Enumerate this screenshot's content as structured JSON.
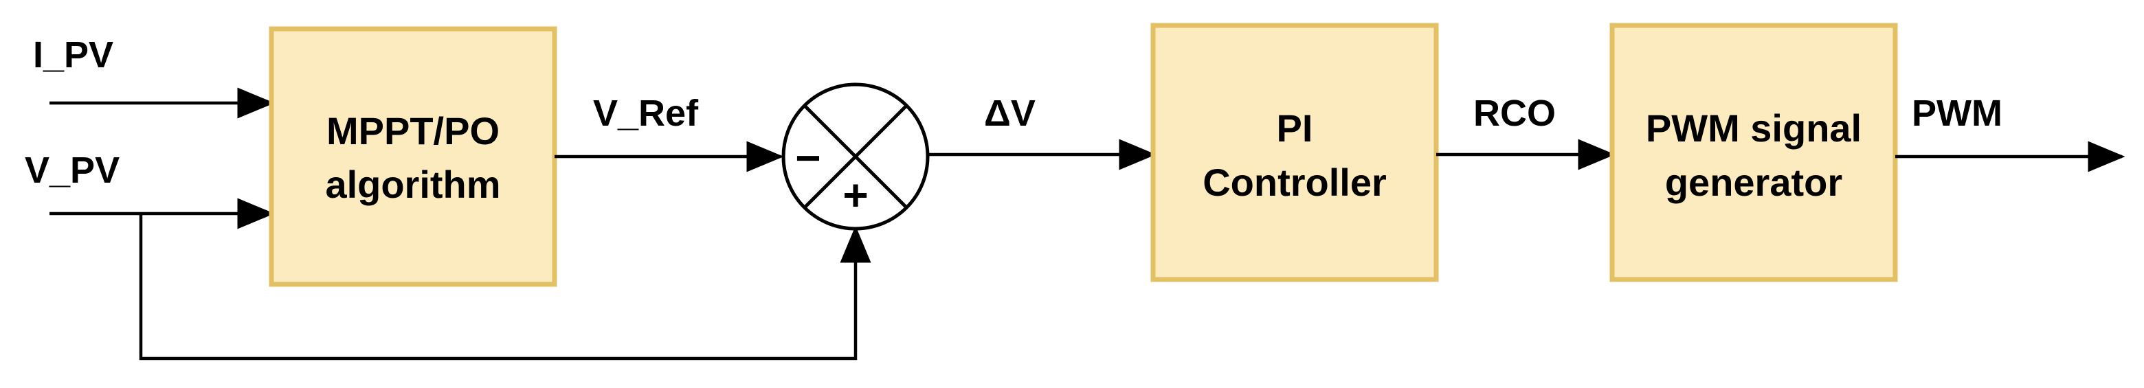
{
  "colors": {
    "box_fill": "#FCEBBE",
    "box_stroke": "#E2C063",
    "line": "#000000"
  },
  "inputs": {
    "current": "I_PV",
    "voltage": "V_PV"
  },
  "blocks": {
    "mppt": {
      "line1": "MPPT/PO",
      "line2": "algorithm"
    },
    "pi": {
      "line1": "PI",
      "line2": "Controller"
    },
    "pwm_gen": {
      "line1": "PWM signal",
      "line2": "generator"
    }
  },
  "summing_junction": {
    "minus_sign": "−",
    "plus_sign": "+"
  },
  "signals": {
    "reference": "V_Ref",
    "error": "ΔV",
    "controller_out": "RCO",
    "output": "PWM"
  }
}
